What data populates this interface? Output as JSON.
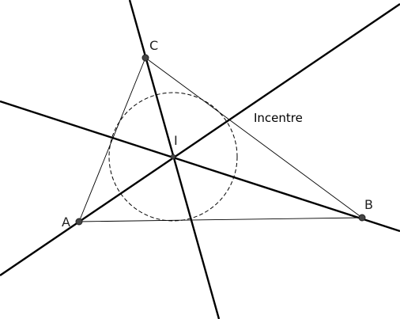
{
  "labels": {
    "A": "A",
    "B": "B",
    "C": "C",
    "I": "I",
    "title": "Incentre"
  }
}
